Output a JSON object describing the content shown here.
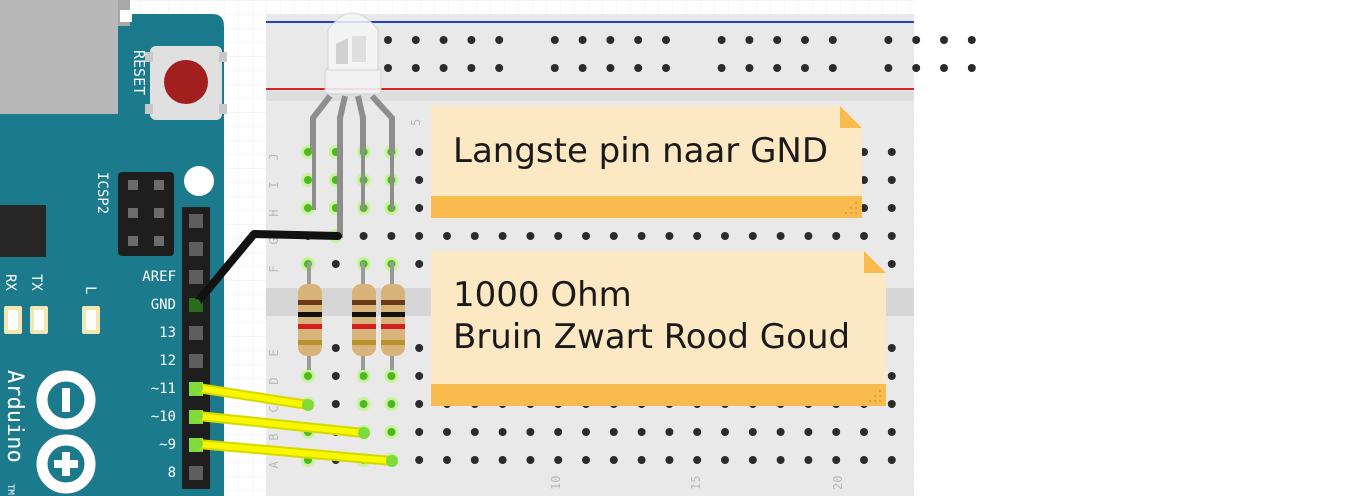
{
  "notes": {
    "led": {
      "line1": "Langste pin naar GND"
    },
    "resistor": {
      "line1": "1000 Ohm",
      "line2": "Bruin Zwart Rood Goud"
    }
  },
  "arduino": {
    "reset_label": "RESET",
    "icsp_label": "ICSP2",
    "brand": "Arduino",
    "trademark": "TM",
    "leds": [
      "RX",
      "TX",
      "L"
    ],
    "pins": [
      "AREF",
      "GND",
      "13",
      "12",
      "~11",
      "~10",
      "~9",
      "8"
    ]
  },
  "breadboard": {
    "row_letters_top": [
      "J",
      "I",
      "H",
      "G",
      "F"
    ],
    "row_letters_bottom": [
      "E",
      "D",
      "C",
      "B",
      "A"
    ],
    "column_numbers": [
      "5",
      "10",
      "15",
      "20"
    ]
  },
  "colors": {
    "arduino_board": "#1b7a8c",
    "breadboard": "#e9e9e9",
    "note_body": "#fde8c4",
    "note_stripe": "#f9bb4e",
    "jumper_signal": "#f7f700",
    "jumper_gnd": "#111111",
    "rail_positive": "#d92323",
    "rail_negative": "#1f3fd0",
    "active_hole": "#7ddc3c",
    "reset_button": "#a11f1f"
  }
}
